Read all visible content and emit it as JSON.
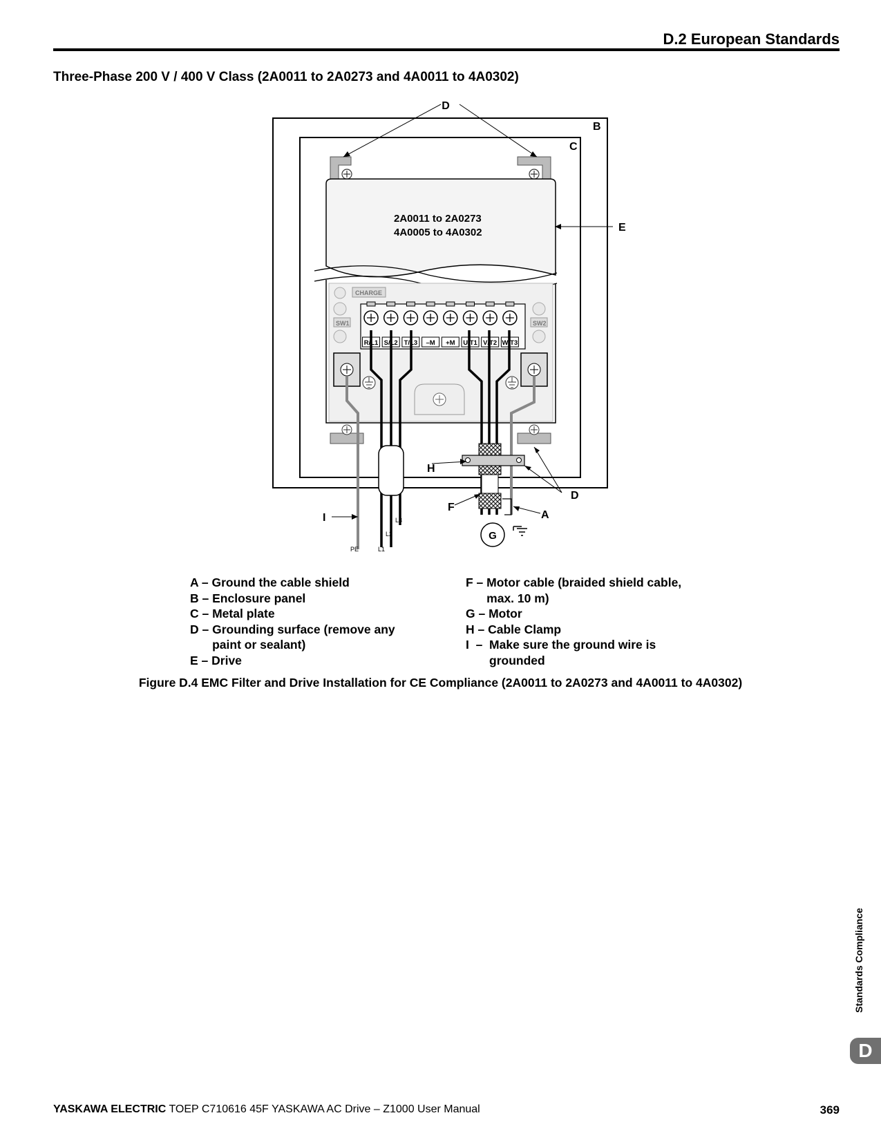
{
  "header": {
    "section_title": "D.2  European Standards"
  },
  "section_heading": "Three-Phase 200 V / 400 V Class (2A0011 to 2A0273 and 4A0011 to 4A0302)",
  "diagram": {
    "callouts": {
      "A": "A",
      "B": "B",
      "C": "C",
      "D": "D",
      "E": "E",
      "F": "F",
      "G": "G",
      "H": "H",
      "I": "I"
    },
    "model_line_1": "2A0011 to 2A0273",
    "model_line_2": "4A0005 to 4A0302",
    "charge_label": "CHARGE",
    "switch_labels": [
      "SW1",
      "SW2"
    ],
    "terminals": [
      "R/L1",
      "S/L2",
      "T/L3",
      "–M",
      "+M",
      "U/T1",
      "V/T2",
      "W/T3"
    ],
    "wire_labels": {
      "pe": "PE",
      "l1": "L1",
      "l2": "L2",
      "l3": "L3"
    }
  },
  "legend": {
    "left": [
      {
        "key": "A – ",
        "text": "Ground the cable shield"
      },
      {
        "key": "B – ",
        "text": "Enclosure panel"
      },
      {
        "key": "C – ",
        "text": "Metal plate"
      },
      {
        "key": "D – ",
        "text": "Grounding surface (remove any paint or sealant)"
      },
      {
        "key": "E – ",
        "text": "Drive"
      }
    ],
    "right": [
      {
        "key": "F – ",
        "text": "Motor cable (braided shield cable, max. 10 m)"
      },
      {
        "key": "G – ",
        "text": "Motor"
      },
      {
        "key": "H – ",
        "text": "Cable Clamp"
      },
      {
        "key": "I  –  ",
        "text": "Make sure the ground wire is grounded"
      }
    ]
  },
  "caption": "Figure D.4  EMC Filter and Drive Installation for CE Compliance (2A0011 to 2A0273 and 4A0011 to 4A0302)",
  "side_tab": {
    "text": "Standards Compliance",
    "letter": "D"
  },
  "footer": {
    "brand": "YASKAWA ELECTRIC",
    "text": " TOEP C710616 45F YASKAWA AC Drive – Z1000 User Manual",
    "page_number": "369"
  }
}
